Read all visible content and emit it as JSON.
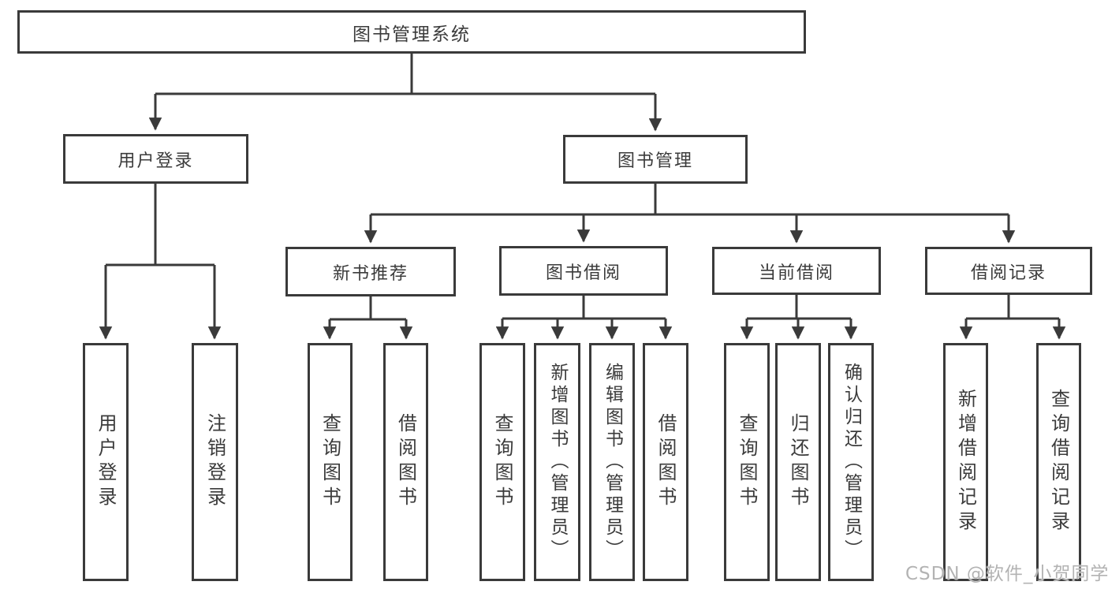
{
  "diagram": {
    "root": "图书管理系统",
    "user_login": "用户登录",
    "book_mgmt": "图书管理",
    "new_books": "新书推荐",
    "book_borrow": "图书借阅",
    "current_borrow": "当前借阅",
    "borrow_records": "借阅记录",
    "leaves": {
      "user_login": [
        "用户登录",
        "注销登录"
      ],
      "new_books": [
        "查询图书",
        "借阅图书"
      ],
      "book_borrow": [
        "查询图书",
        "新增图书（管理员）",
        "编辑图书（管理员）",
        "借阅图书"
      ],
      "current_borrow": [
        "查询图书",
        "归还图书",
        "确认归还（管理员）"
      ],
      "borrow_records": [
        "新增借阅记录",
        "查询借阅记录"
      ]
    }
  },
  "watermark": "CSDN @软件_小贺同学",
  "colors": {
    "line": "#3a3a3a",
    "text": "#3b3b3b",
    "watermark": "#b3b3b3",
    "background": "#ffffff"
  }
}
